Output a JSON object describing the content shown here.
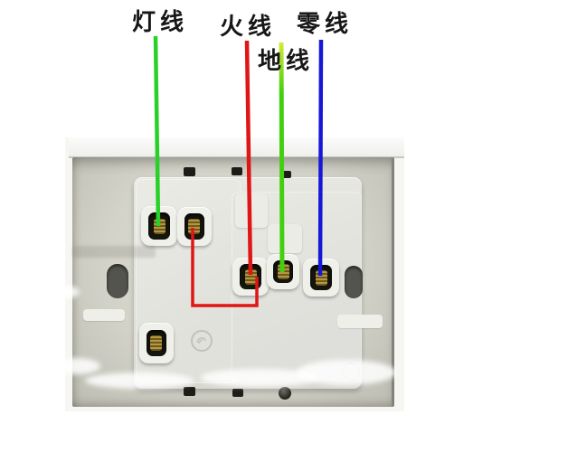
{
  "diagram": {
    "type": "socket-switch-wiring-photo",
    "labels": {
      "lamp": "灯线",
      "live": "火线",
      "ground": "地线",
      "neutral": "零线"
    },
    "wire_colors": {
      "lamp": "#28d128",
      "live": "#e01515",
      "ground_top": "#d6e93a",
      "ground": "#43cf10",
      "neutral": "#1717d8",
      "jumper": "#e01515"
    },
    "connections": [
      {
        "label": "灯线",
        "wire_color": "green",
        "connects_to": "switch top-left terminal"
      },
      {
        "label": "火线",
        "wire_color": "red",
        "connects_to": "socket live terminal (left of bottom row)"
      },
      {
        "label": "地线",
        "wire_color": "yellow-green",
        "connects_to": "socket earth terminal (middle of bottom row)"
      },
      {
        "label": "零线",
        "wire_color": "blue",
        "connects_to": "socket neutral terminal (right of bottom row)"
      },
      {
        "label": "jumper",
        "wire_color": "red",
        "connects_to": "switch second terminal joined to socket live terminal"
      }
    ]
  }
}
